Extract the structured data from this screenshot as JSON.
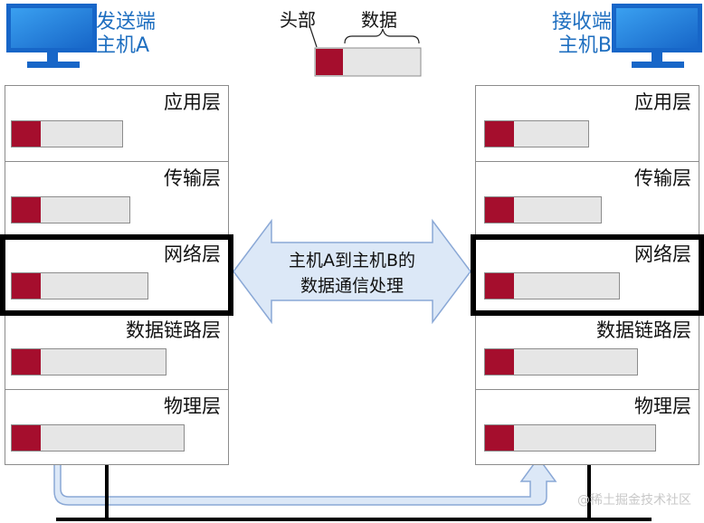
{
  "sender": {
    "label_line1": "发送端",
    "label_line2": "主机A"
  },
  "receiver": {
    "label_line1": "接收端",
    "label_line2": "主机B"
  },
  "legend": {
    "header_label": "头部",
    "data_label": "数据"
  },
  "layers": [
    {
      "name": "应用层"
    },
    {
      "name": "传输层"
    },
    {
      "name": "网络层"
    },
    {
      "name": "数据链路层"
    },
    {
      "name": "物理层"
    }
  ],
  "center": {
    "line1": "主机A到主机B的",
    "line2": "数据通信处理"
  },
  "watermark": "@稀土掘金技术社区",
  "colors": {
    "header": "#a50e2d",
    "packet_body": "#e6e6e6",
    "arrow_fill": "#dce8f7",
    "arrow_stroke": "#8aa8d6",
    "host_label": "#1f6fc0"
  }
}
